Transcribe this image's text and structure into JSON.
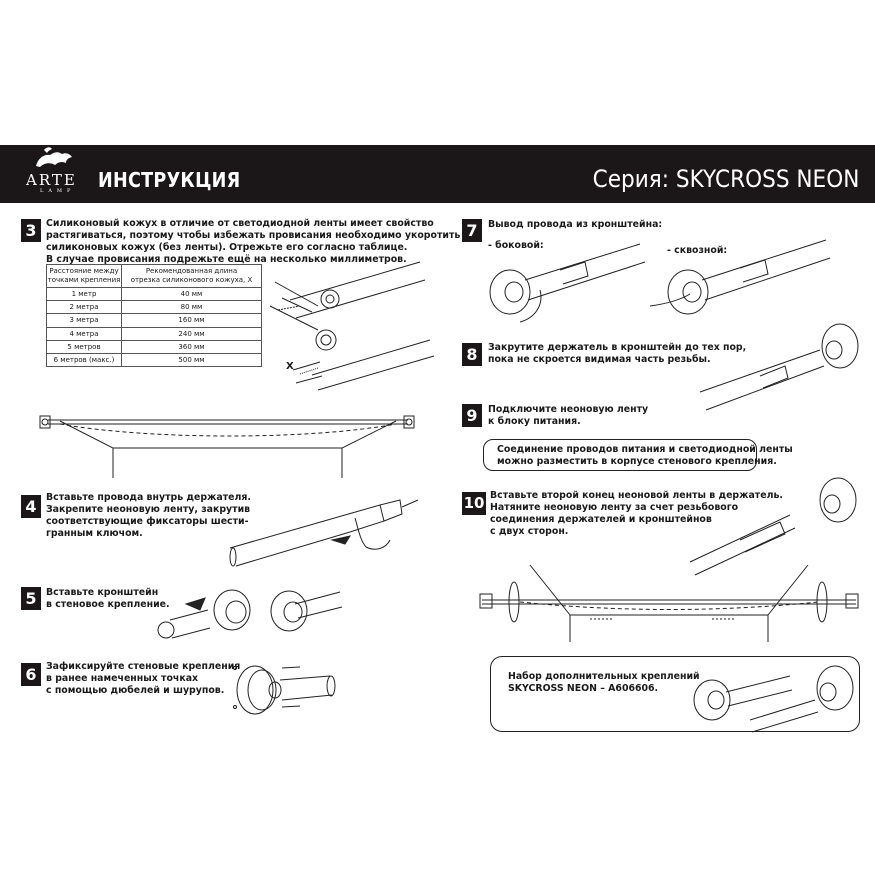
{
  "header": {
    "logo_main": "ARTE",
    "logo_sub": "LAMP",
    "title": "ИНСТРУКЦИЯ",
    "series": "Серия: SKYCROSS NEON",
    "bg_color": "#1b1718"
  },
  "steps": {
    "s3": {
      "num": "3",
      "lines": [
        "Силиконовый кожух в отличие от светодиодной ленты имеет свойство",
        "растягиваться, поэтому чтобы избежать провисания необходимо укоротить",
        "силиконовых кожух (без ленты). Отрежьте его согласно таблице.",
        "В случае провисания подрежьте ещё на несколько миллиметров."
      ],
      "table": {
        "headers": [
          [
            "Расстояние между",
            "точками крепления"
          ],
          [
            "Рекомендованная длина",
            "отрезка силиконового кожуха, X"
          ]
        ],
        "rows": [
          [
            "1 метр",
            "40 мм"
          ],
          [
            "2 метра",
            "80 мм"
          ],
          [
            "3 метра",
            "160 мм"
          ],
          [
            "4 метра",
            "240 мм"
          ],
          [
            "5 метров",
            "360 мм"
          ],
          [
            "6 метров (макс.)",
            "500 мм"
          ]
        ]
      },
      "x_label": "X"
    },
    "s4": {
      "num": "4",
      "lines": [
        "Вставьте провода внутрь держателя.",
        "Закрепите неоновую ленту, закрутив",
        "соответствующие фиксаторы шести-",
        "гранным ключом."
      ]
    },
    "s5": {
      "num": "5",
      "lines": [
        "Вставьте кронштейн",
        "в стеновое крепление."
      ]
    },
    "s6": {
      "num": "6",
      "lines": [
        "Зафиксируйте стеновые крепления",
        "в ранее намеченных точках",
        "с помощью дюбелей и шурупов."
      ]
    },
    "s7": {
      "num": "7",
      "lines": [
        "Вывод провода из кронштейна:"
      ],
      "side": "- боковой:",
      "through": "- сквозной:"
    },
    "s8": {
      "num": "8",
      "lines": [
        "Закрутите держатель в кронштейн до тех пор,",
        "пока не скроется видимая часть резьбы."
      ]
    },
    "s9": {
      "num": "9",
      "lines": [
        "Подключите неоновую ленту",
        "к блоку питания."
      ],
      "note": [
        "Соединение проводов питания и светодиодной ленты",
        "можно разместить в корпусе стенового крепления."
      ]
    },
    "s10": {
      "num": "10",
      "lines": [
        "Вставьте второй конец неоновой ленты в держатель.",
        "Натяните неоновую ленту за счет резьбового",
        "соединения держателей и кронштейнов",
        "с двух сторон."
      ]
    },
    "kit": {
      "lines": [
        "Набор дополнительных креплений",
        "SKYCROSS NEON – A606606."
      ]
    }
  }
}
